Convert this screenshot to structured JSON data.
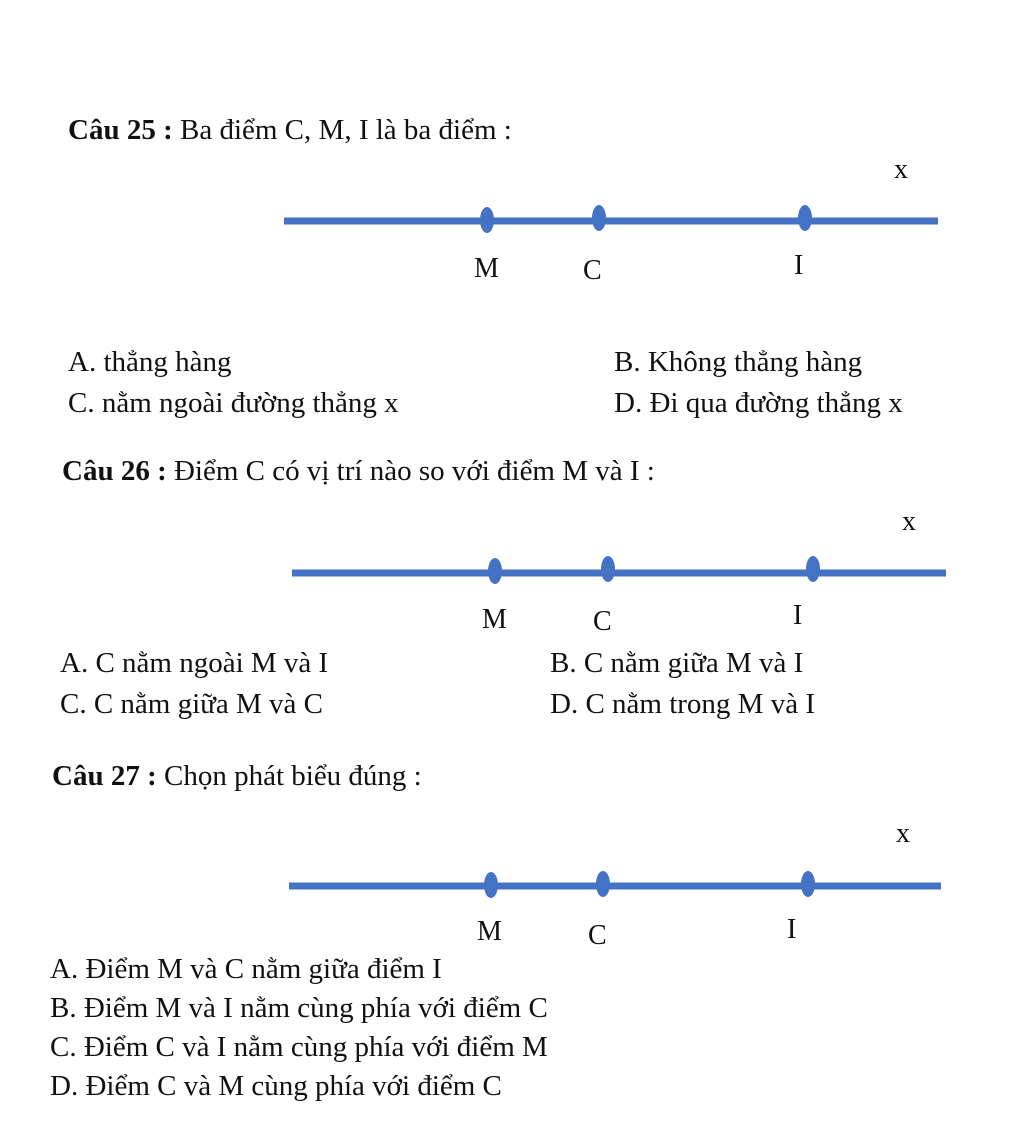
{
  "accent_color": "#4472c4",
  "questions": [
    {
      "label": "Câu 25 :",
      "text": " Ba điểm C, M, I là ba điểm :",
      "diagram": {
        "line_label": "x",
        "points": [
          {
            "name": "M"
          },
          {
            "name": "C"
          },
          {
            "name": "I"
          }
        ]
      },
      "options": [
        "A. thẳng hàng",
        "B. Không thẳng hàng",
        "C. nằm ngoài đường thẳng x",
        "D. Đi qua đường thẳng x"
      ]
    },
    {
      "label": "Câu 26 :",
      "text": " Điểm C có vị trí nào so với điểm M và I :",
      "diagram": {
        "line_label": "x",
        "points": [
          {
            "name": "M"
          },
          {
            "name": "C"
          },
          {
            "name": "I"
          }
        ]
      },
      "options": [
        "A. C nằm ngoài M và I",
        "B. C nằm giữa M và I",
        "C. C nằm giữa M và C",
        "D. C nằm trong M và I"
      ]
    },
    {
      "label": "Câu 27 :",
      "text": " Chọn phát biểu đúng :",
      "diagram": {
        "line_label": "x",
        "points": [
          {
            "name": "M"
          },
          {
            "name": "C"
          },
          {
            "name": "I"
          }
        ]
      },
      "options": [
        "A. Điểm M và C nằm giữa điểm I",
        "B. Điểm M và I nằm cùng  phía với điểm C",
        "C. Điểm C và I nằm cùng phía với điểm M",
        "D. Điểm C  và M cùng phía với điểm C"
      ]
    }
  ]
}
